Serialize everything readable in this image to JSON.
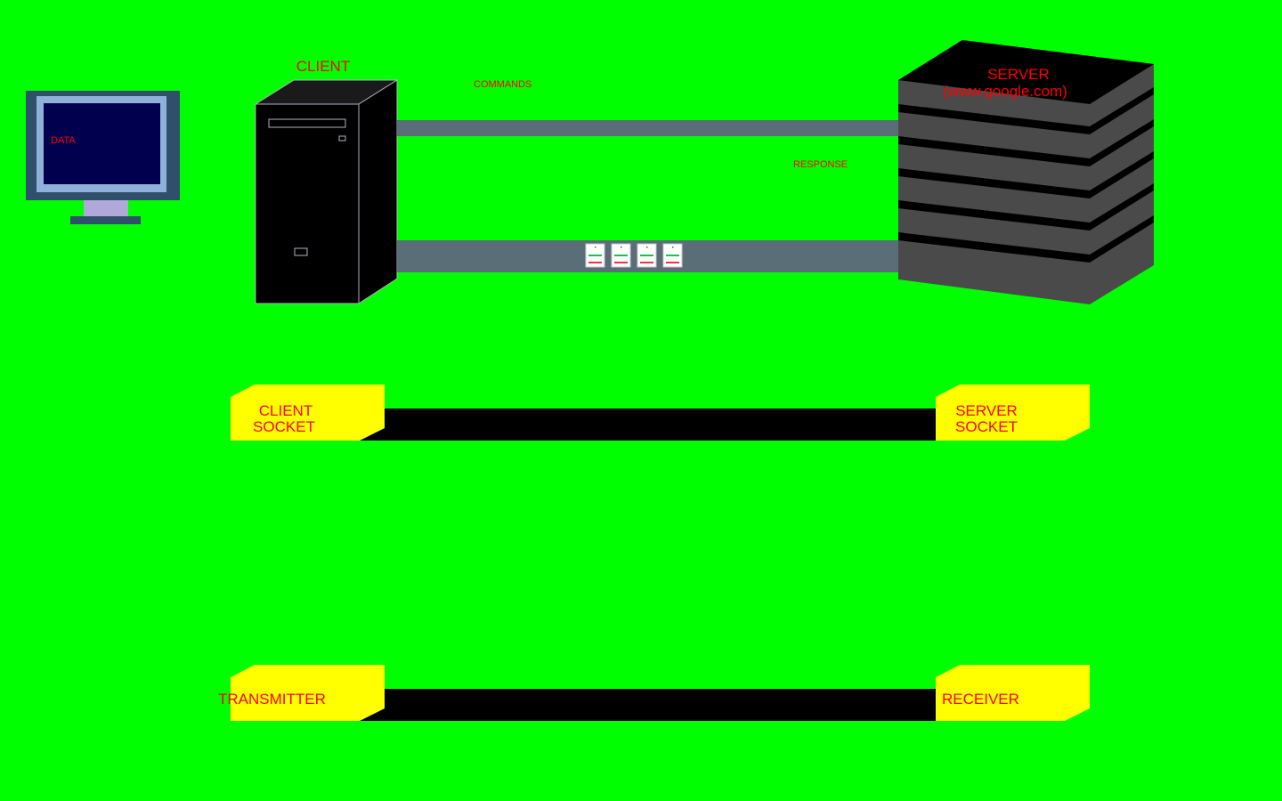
{
  "colors": {
    "background": "#00ff00",
    "label_red": "#ff0000",
    "pipe_gray": "#5a6e78",
    "server_gray": "#4a4a4a",
    "socket_yellow": "#ffff00",
    "tower_black": "#000000",
    "monitor_frame": "#2f4f6a",
    "monitor_screen": "#00004f"
  },
  "icons": {
    "monitor": "monitor-icon",
    "client_tower": "pc-tower-icon",
    "server_stack": "server-stack-icon",
    "packet": "data-packet-icon"
  },
  "monitor": {
    "screen_text": "DATA"
  },
  "client": {
    "label": "CLIENT"
  },
  "server": {
    "label_line1": "SERVER",
    "label_line2": "(www.google.com)"
  },
  "channels": {
    "commands_label": "COMMANDS",
    "response_label": "RESPONSE",
    "packet_count": 4
  },
  "sockets": {
    "client_line1": "CLIENT",
    "client_line2": "SOCKET",
    "server_line1": "SERVER",
    "server_line2": "SOCKET"
  },
  "link": {
    "transmitter": "TRANSMITTER",
    "receiver": "RECEIVER"
  }
}
